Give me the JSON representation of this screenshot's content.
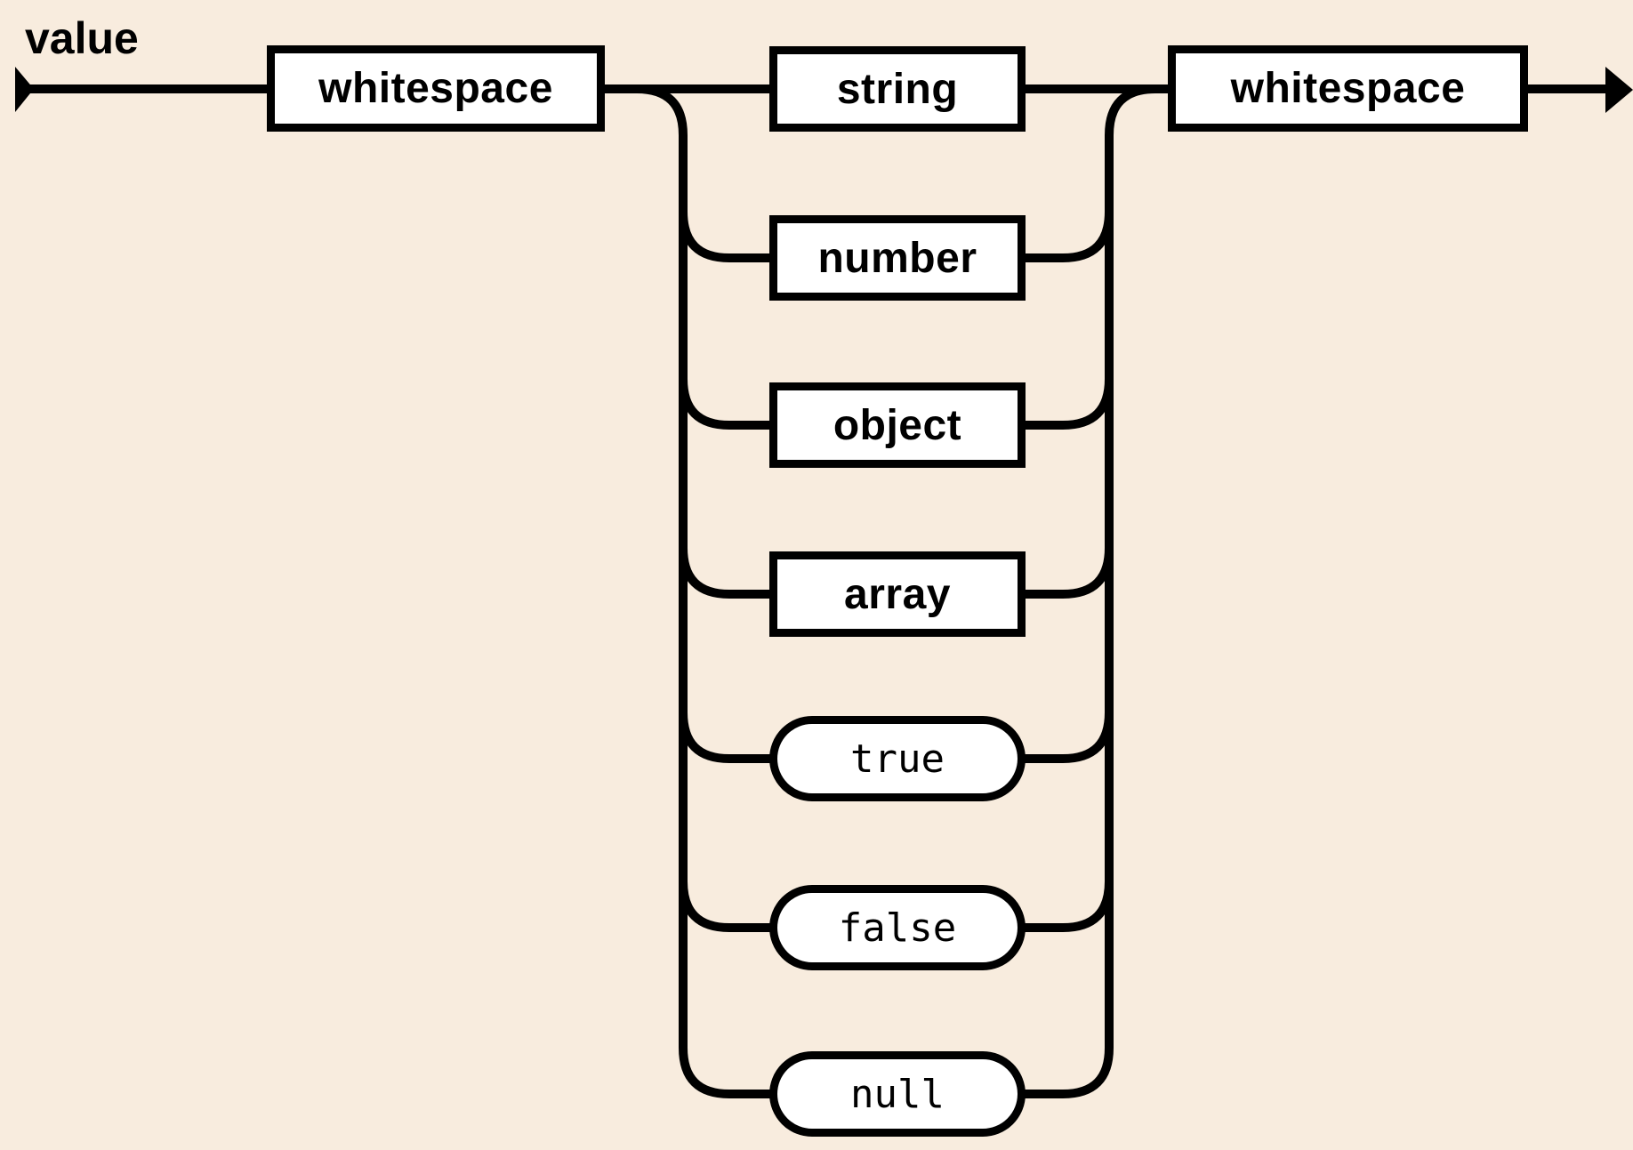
{
  "diagram": {
    "rule_name": "value",
    "left_terminal": {
      "label": "whitespace"
    },
    "right_terminal": {
      "label": "whitespace"
    },
    "branches": [
      {
        "label": "string",
        "shape": "rect"
      },
      {
        "label": "number",
        "shape": "rect"
      },
      {
        "label": "object",
        "shape": "rect"
      },
      {
        "label": "array",
        "shape": "rect"
      },
      {
        "label": "true",
        "shape": "pill"
      },
      {
        "label": "false",
        "shape": "pill"
      },
      {
        "label": "null",
        "shape": "pill"
      }
    ],
    "colors": {
      "background": "#f8ecde",
      "line": "#000000",
      "node_fill": "#ffffff",
      "node_border": "#000000"
    }
  }
}
